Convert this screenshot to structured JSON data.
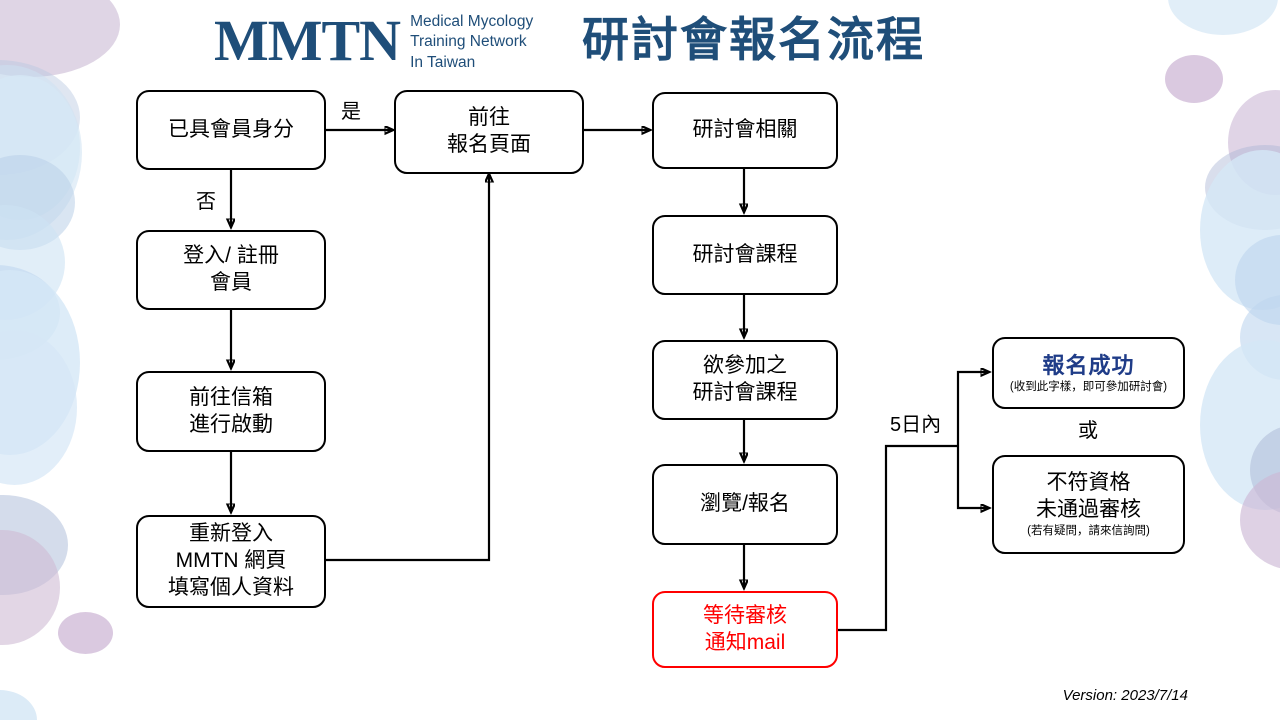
{
  "header": {
    "logo_mark": "MMTN",
    "logo_tagline_line1": "Medical Mycology",
    "logo_tagline_line2": "Training Network",
    "logo_tagline_line3": "In Taiwan",
    "title": "研討會報名流程",
    "brand_color": "#1F4E79"
  },
  "footer": {
    "version": "Version: 2023/7/14"
  },
  "flow": {
    "nodes": [
      {
        "id": "member-status",
        "line1": "已具會員身分",
        "line2": "",
        "line3": ""
      },
      {
        "id": "login-register",
        "line1": "登入/ 註冊",
        "line2": "會員",
        "line3": ""
      },
      {
        "id": "go-mailbox",
        "line1": "前往信箱",
        "line2": "進行啟動",
        "line3": ""
      },
      {
        "id": "relogin-profile",
        "line1": "重新登入",
        "line2": "MMTN 網頁",
        "line3": "填寫個人資料"
      },
      {
        "id": "go-signup-page",
        "line1": "前往",
        "line2": "報名頁面",
        "line3": ""
      },
      {
        "id": "seminar-info",
        "line1": "研討會相關",
        "line2": "",
        "line3": ""
      },
      {
        "id": "seminar-courses",
        "line1": "研討會課程",
        "line2": "",
        "line3": ""
      },
      {
        "id": "desired-courses",
        "line1": "欲參加之",
        "line2": "研討會課程",
        "line3": ""
      },
      {
        "id": "browse-signup",
        "line1": "瀏覽/報名",
        "line2": "",
        "line3": ""
      },
      {
        "id": "await-review",
        "line1": "等待審核",
        "line2": "通知mail",
        "line3": ""
      }
    ],
    "outcome_success": {
      "title": "報名成功",
      "note": "(收到此字樣，即可參加研討會)",
      "title_color": "#1F3C88"
    },
    "outcome_reject": {
      "line1": "不符資格",
      "line2": "未通過審核",
      "note": "(若有疑問，請來信詢問)"
    },
    "labels": {
      "yes": "是",
      "no": "否",
      "or": "或",
      "within_five_days": "5日內"
    },
    "colors": {
      "box_border": "#000000",
      "alert_border": "#FF0000",
      "alert_text": "#FF0000"
    }
  }
}
